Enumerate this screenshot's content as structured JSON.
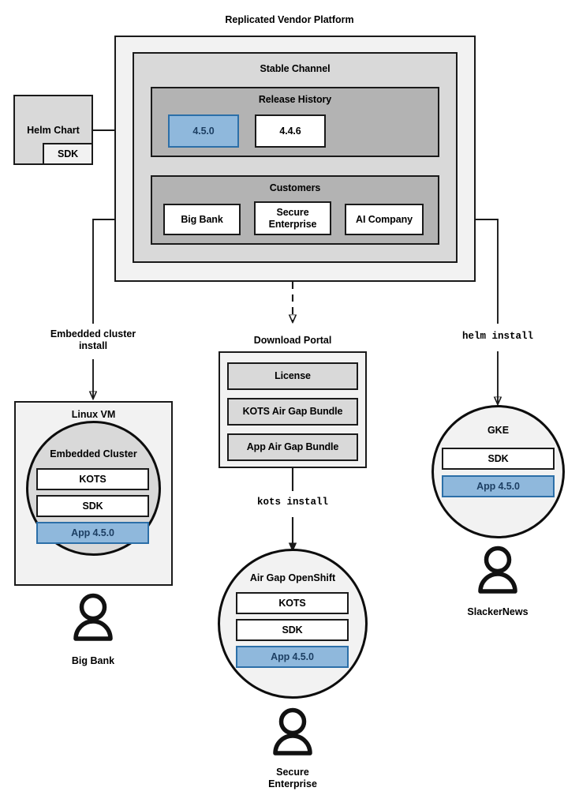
{
  "diagram": {
    "title": "Replicated Vendor Platform",
    "platform": {
      "stable_channel": {
        "title": "Stable Channel",
        "release_history": {
          "title": "Release History",
          "releases": [
            {
              "version": "4.5.0",
              "highlighted": true
            },
            {
              "version": "4.4.6",
              "highlighted": false
            }
          ]
        },
        "customers": {
          "title": "Customers",
          "items": [
            "Big Bank",
            "Secure\nEnterprise",
            "AI Company"
          ]
        }
      }
    },
    "source": {
      "title": "Helm Chart",
      "sub": "SDK"
    },
    "edge_labels": {
      "embedded": "Embedded cluster\ninstall",
      "kots": "kots install",
      "helm": "helm install"
    },
    "download_portal": {
      "title": "Download Portal",
      "items": [
        "License",
        "KOTS Air Gap Bundle",
        "App Air Gap Bundle"
      ]
    },
    "targets": [
      {
        "id": "linux-vm",
        "outer_title": "Linux VM",
        "inner_title": "Embedded Cluster",
        "components": [
          {
            "label": "KOTS",
            "highlighted": false
          },
          {
            "label": "SDK",
            "highlighted": false
          },
          {
            "label": "App 4.5.0",
            "highlighted": true
          }
        ],
        "customer": "Big Bank"
      },
      {
        "id": "air-gap-openshift",
        "outer_title": "",
        "inner_title": "Air Gap OpenShift",
        "components": [
          {
            "label": "KOTS",
            "highlighted": false
          },
          {
            "label": "SDK",
            "highlighted": false
          },
          {
            "label": "App 4.5.0",
            "highlighted": true
          }
        ],
        "customer": "Secure\nEnterprise"
      },
      {
        "id": "gke",
        "outer_title": "",
        "inner_title": "GKE",
        "components": [
          {
            "label": "SDK",
            "highlighted": false
          },
          {
            "label": "App 4.5.0",
            "highlighted": true
          }
        ],
        "customer": "SlackerNews"
      }
    ],
    "colors": {
      "highlight_fill": "#8fb8dc",
      "highlight_border": "#2c6fa8",
      "highlight_text": "#1d3f63",
      "level1_fill": "#f2f2f2",
      "level2_fill": "#d9d9d9",
      "level3_fill": "#b3b3b3",
      "stroke": "#1a1a1a"
    },
    "icons": {
      "person": "person-icon",
      "arrow": "arrow-head"
    }
  }
}
